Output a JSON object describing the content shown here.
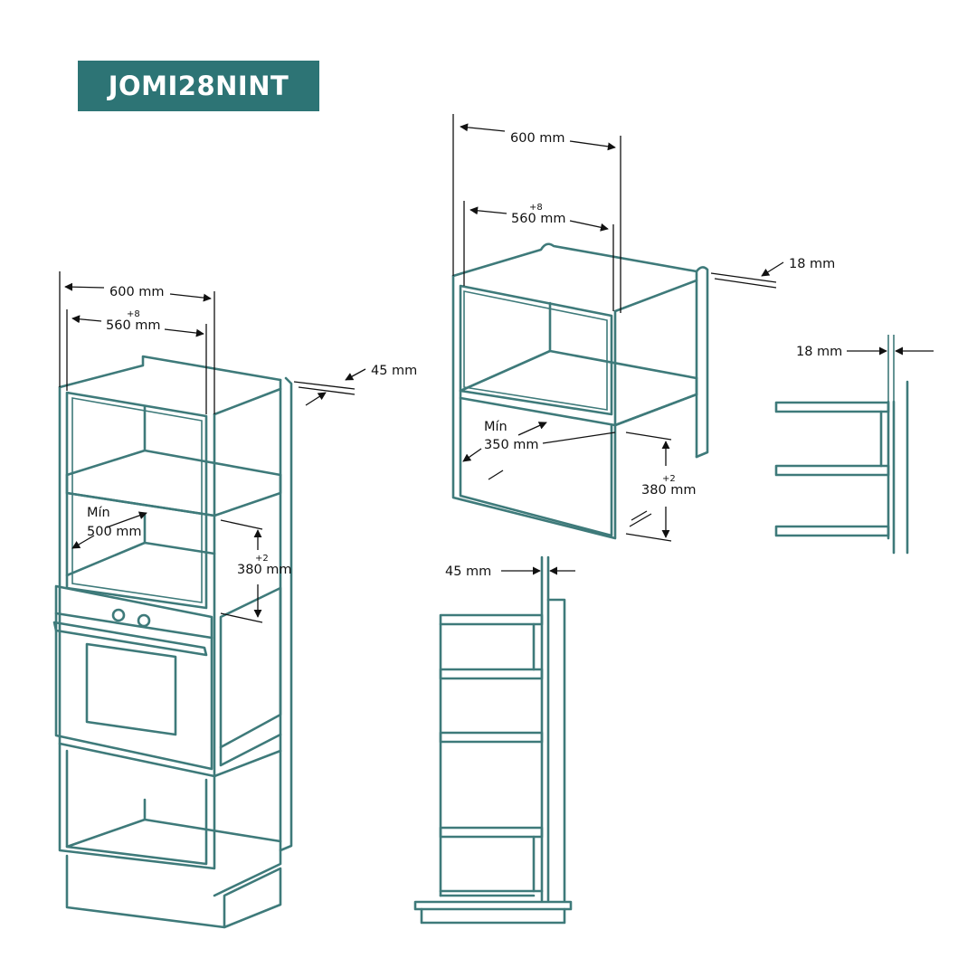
{
  "model": "JOMI28NINT",
  "colors": {
    "accent": "#2d7475",
    "line": "#3e7a7a",
    "text": "#111111"
  },
  "column_unit": {
    "width_outer": "600 mm",
    "width_inner": "560 mm",
    "width_inner_tol": "+8",
    "panel_depth": "45 mm",
    "min_label": "Mín",
    "min_depth": "500 mm",
    "height": "380 mm",
    "height_tol": "+2"
  },
  "wall_unit": {
    "width_outer": "600 mm",
    "width_inner": "560 mm",
    "width_inner_tol": "+8",
    "panel_thickness": "18 mm",
    "min_label": "Mín",
    "min_depth": "350 mm",
    "height": "380 mm",
    "height_tol": "+2"
  },
  "section_right": {
    "panel_thickness": "18 mm"
  },
  "section_bottom": {
    "panel_depth": "45 mm"
  }
}
